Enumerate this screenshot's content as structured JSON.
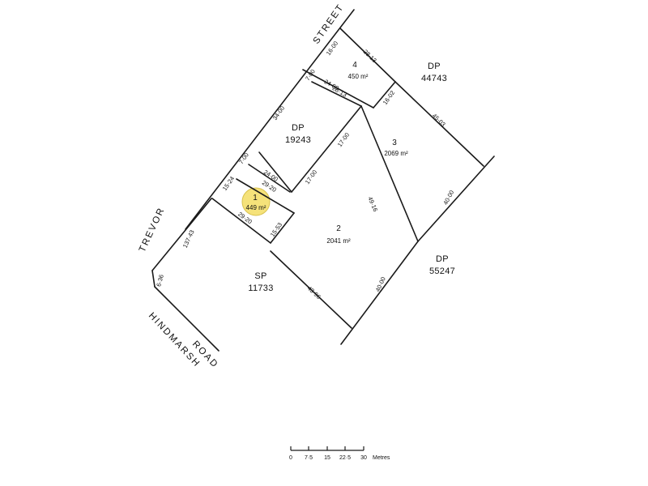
{
  "highlight_color": "#f5e27a",
  "roads": {
    "street": "STREET",
    "trevor": "TREVOR",
    "hindmarsh": "HINDMARSH",
    "road": "ROAD"
  },
  "parcels": {
    "dp_44743": {
      "prefix": "DP",
      "number": "44743"
    },
    "dp_19243": {
      "prefix": "DP",
      "number": "19243"
    },
    "dp_55247": {
      "prefix": "DP",
      "number": "55247"
    },
    "sp_11733": {
      "prefix": "SP",
      "number": "11733"
    }
  },
  "lots": {
    "lot1": {
      "number": "1",
      "area": "449 m²"
    },
    "lot2": {
      "number": "2",
      "area": "2041 m²"
    },
    "lot3": {
      "number": "3",
      "area": "2069 m²"
    },
    "lot4": {
      "number": "4",
      "area": "450 m²"
    }
  },
  "dimensions": {
    "lot4_street": "16·00",
    "lot4_top": "28·13",
    "lot4_right": "16·02",
    "lot4_bottom": "28·13",
    "lot4_access_width": "7·00",
    "lot4_access_length": "24·00",
    "dp19243_left": "34·00",
    "lot3_top_right": "45·03",
    "lot3_left": "17·00",
    "lot3_bottom": "49·16",
    "lot3_right": "40·00",
    "lot1_access_width": "7·00",
    "lot1_access_length": "24·00",
    "lot1_top": "29·20",
    "lot1_left": "15·24",
    "lot1_bottom": "29·20",
    "lot1_right": "15·53",
    "lot2_left": "17·00",
    "lot2_bottom": "43·96",
    "lot2_right": "40·00",
    "trevor_frontage": "137·43",
    "corner_truncation": "6·36"
  },
  "scale_bar": {
    "ticks": [
      "0",
      "7·5",
      "15",
      "22·5",
      "30"
    ],
    "unit": "Metres"
  }
}
